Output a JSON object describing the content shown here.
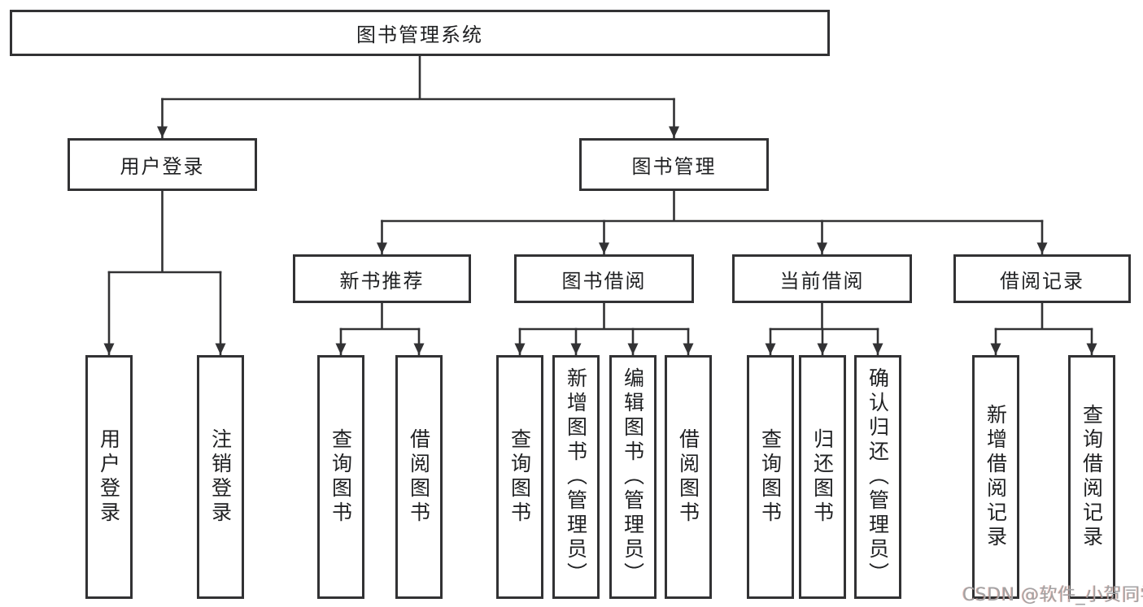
{
  "diagram": {
    "title": "图书管理系统",
    "branches": [
      {
        "label": "用户登录",
        "children": [
          {
            "label": "用户登录"
          },
          {
            "label": "注销登录"
          }
        ]
      },
      {
        "label": "图书管理",
        "sections": [
          {
            "label": "新书推荐",
            "children": [
              {
                "label": "查询图书"
              },
              {
                "label": "借阅图书"
              }
            ]
          },
          {
            "label": "图书借阅",
            "children": [
              {
                "label": "查询图书"
              },
              {
                "label": "新增图书（管理员）"
              },
              {
                "label": "编辑图书（管理员）"
              },
              {
                "label": "借阅图书"
              }
            ]
          },
          {
            "label": "当前借阅",
            "children": [
              {
                "label": "查询图书"
              },
              {
                "label": "归还图书"
              },
              {
                "label": "确认归还（管理员）"
              }
            ]
          },
          {
            "label": "借阅记录",
            "children": [
              {
                "label": "新增借阅记录"
              },
              {
                "label": "查询借阅记录"
              }
            ]
          }
        ]
      }
    ]
  },
  "watermark": "CSDN @软件_小贺同学",
  "colors": {
    "line": "#323234",
    "text": "#1f2022",
    "background": "#ffffff",
    "watermark": "#a2a2a4"
  }
}
